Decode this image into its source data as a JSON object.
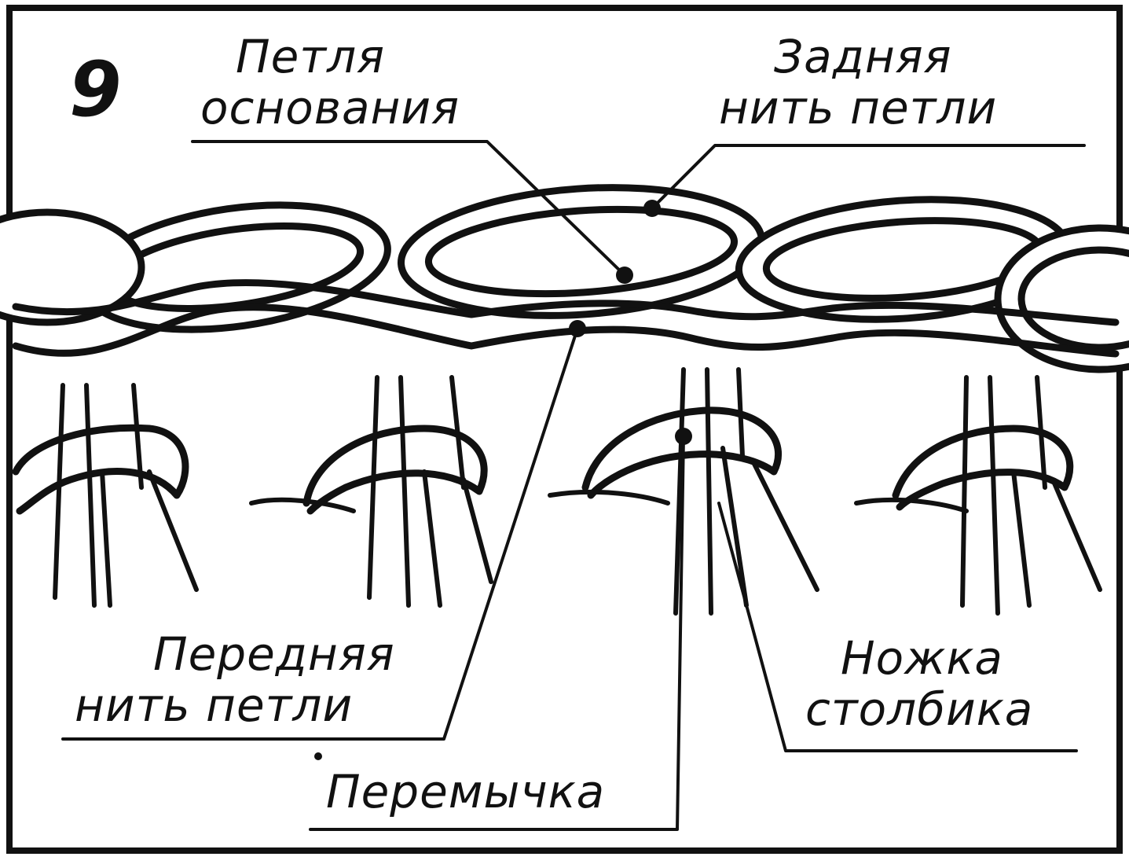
{
  "figure": {
    "number": "9",
    "labels": {
      "base_loop": [
        "Петля",
        "основания"
      ],
      "back_thread": [
        "Задняя",
        "нить петли"
      ],
      "front_thread": [
        "Передняя",
        "нить петли"
      ],
      "post_leg": [
        "Ножка",
        "столбика"
      ],
      "bridge": "Перемычка"
    }
  }
}
